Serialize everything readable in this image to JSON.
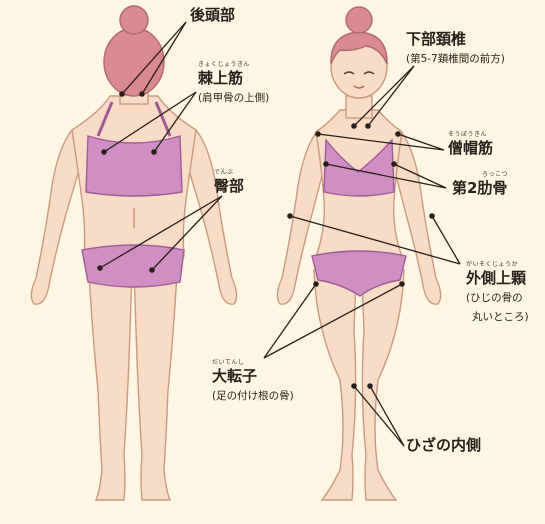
{
  "labels": {
    "kotobu": {
      "text": "後頭部",
      "ruby": ""
    },
    "kyokujokin": {
      "text": "棘上筋",
      "ruby": "きょくじょうきん",
      "note": "(肩甲骨の上側)"
    },
    "denbu": {
      "text": "臀部",
      "ruby": "でんぶ"
    },
    "kabu_keitsui": {
      "text": "下部頚椎",
      "ruby": "",
      "note": "(第5-7頚椎間の前方)"
    },
    "sobokin": {
      "text": "僧帽筋",
      "ruby": "そうぼうきん"
    },
    "rokkotsu": {
      "text": "第2肋骨",
      "ruby": "ろっこつ"
    },
    "gaisoku_jokka": {
      "text": "外側上顆",
      "ruby": "がいそくじょうか",
      "note_line1": "(ひじの骨の",
      "note_line2": "丸いところ)"
    },
    "daitenshi": {
      "text": "大転子",
      "ruby": "だいてんし",
      "note": "(足の付け根の骨)"
    },
    "hiza": {
      "text": "ひざの内側",
      "ruby": ""
    }
  },
  "colors": {
    "background": "#fdf6e3",
    "skin": "#f8dcc6",
    "skin_outline": "#c99a80",
    "hair": "#d88a8f",
    "clothing": "#cf8fc4",
    "clothing_outline": "#a05b96",
    "marker": "#2a1f1a"
  },
  "icons": {
    "figure_back": "person-back-figure",
    "figure_front": "person-front-figure"
  }
}
